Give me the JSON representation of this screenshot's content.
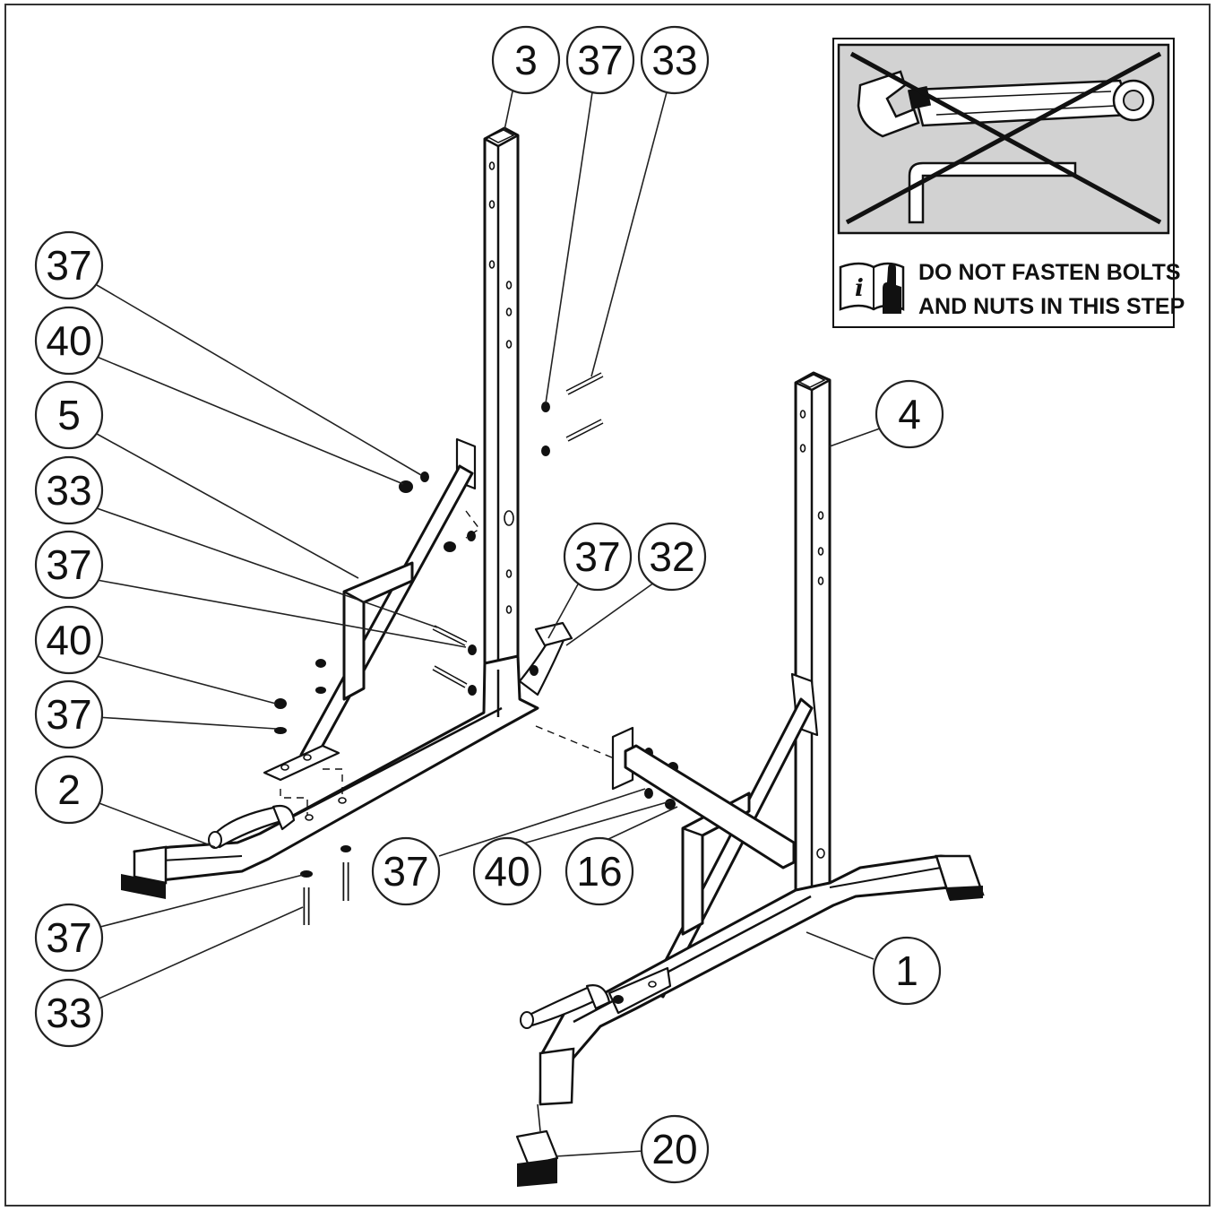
{
  "diagram": {
    "callouts": [
      {
        "id": "c3",
        "label": "3"
      },
      {
        "id": "c37a",
        "label": "37"
      },
      {
        "id": "c33a",
        "label": "33"
      },
      {
        "id": "c37b",
        "label": "37"
      },
      {
        "id": "c40a",
        "label": "40"
      },
      {
        "id": "c5",
        "label": "5"
      },
      {
        "id": "c33b",
        "label": "33"
      },
      {
        "id": "c37c",
        "label": "37"
      },
      {
        "id": "c40b",
        "label": "40"
      },
      {
        "id": "c37d",
        "label": "37"
      },
      {
        "id": "c2",
        "label": "2"
      },
      {
        "id": "c37e",
        "label": "37"
      },
      {
        "id": "c33c",
        "label": "33"
      },
      {
        "id": "c4",
        "label": "4"
      },
      {
        "id": "c37f",
        "label": "37"
      },
      {
        "id": "c32",
        "label": "32"
      },
      {
        "id": "c37g",
        "label": "37"
      },
      {
        "id": "c40c",
        "label": "40"
      },
      {
        "id": "c16",
        "label": "16"
      },
      {
        "id": "c1",
        "label": "1"
      },
      {
        "id": "c20",
        "label": "20"
      }
    ]
  },
  "notice": {
    "line1": "DO NOT FASTEN BOLTS",
    "line2": "AND NUTS IN THIS STEP",
    "info_glyph": "i",
    "icons": [
      "wrench-icon",
      "hex-key-icon",
      "cross-out-icon",
      "manual-info-icon"
    ]
  }
}
